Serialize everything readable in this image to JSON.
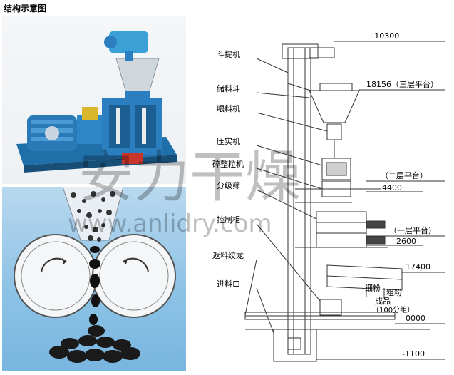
{
  "header": {
    "title": "结构示意图"
  },
  "schematic": {
    "components": [
      "斗提机",
      "储料斗",
      "喂料机",
      "压实机",
      "碎整粒机",
      "分级筛",
      "控制柜",
      "返料绞龙",
      "进料口"
    ],
    "elevations": {
      "top": "+10300",
      "platform3": "18156（三层平台）",
      "platform2": "（二层平台）",
      "level4400": "4400",
      "platform1": "（一层平台）",
      "level2600": "2600",
      "level17400": "17400",
      "level0": "0000",
      "bottom": "-1100"
    },
    "outputs": {
      "fine": "细粉",
      "coarse": "粗粉",
      "product": "成品",
      "product_unit": "（100分组）"
    }
  },
  "watermark": {
    "brand": "安力干燥",
    "url": "www.anlidry.com"
  }
}
